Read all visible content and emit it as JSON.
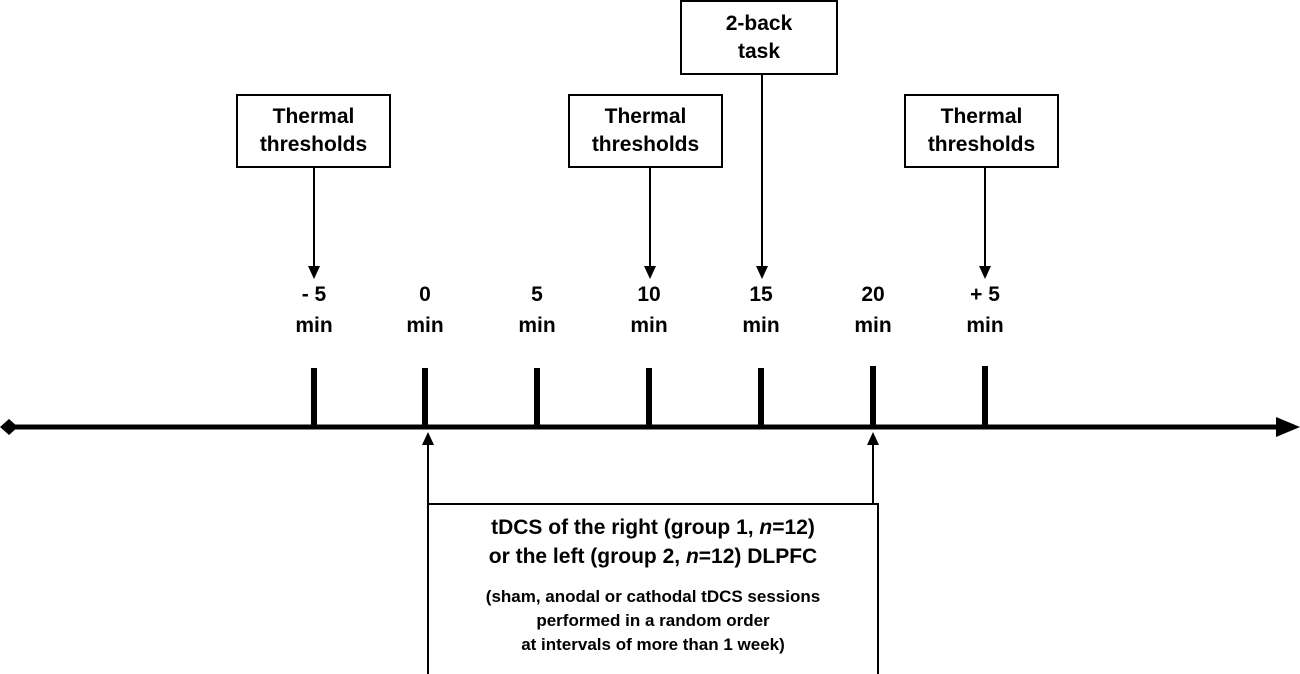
{
  "boxes": {
    "thermal_1": [
      "Thermal",
      "thresholds"
    ],
    "thermal_2": [
      "Thermal",
      "thresholds"
    ],
    "twoback": [
      "2-back",
      "task"
    ],
    "thermal_3": [
      "Thermal",
      "thresholds"
    ]
  },
  "ticks": [
    {
      "value": "- 5",
      "unit": "min"
    },
    {
      "value": "0",
      "unit": "min"
    },
    {
      "value": "5",
      "unit": "min"
    },
    {
      "value": "10",
      "unit": "min"
    },
    {
      "value": "15",
      "unit": "min"
    },
    {
      "value": "20",
      "unit": "min"
    },
    {
      "value": "+ 5",
      "unit": "min"
    }
  ],
  "tdcs": {
    "line1_pre": "tDCS of the right (group 1, ",
    "n1": "n",
    "line1_post": "=12)",
    "line2_pre": "or the left (group 2, ",
    "n2": "n",
    "line2_post": "=12) DLPFC",
    "note": [
      "(sham, anodal or cathodal tDCS sessions",
      "performed in a random order",
      "at intervals of more than 1 week)"
    ]
  }
}
